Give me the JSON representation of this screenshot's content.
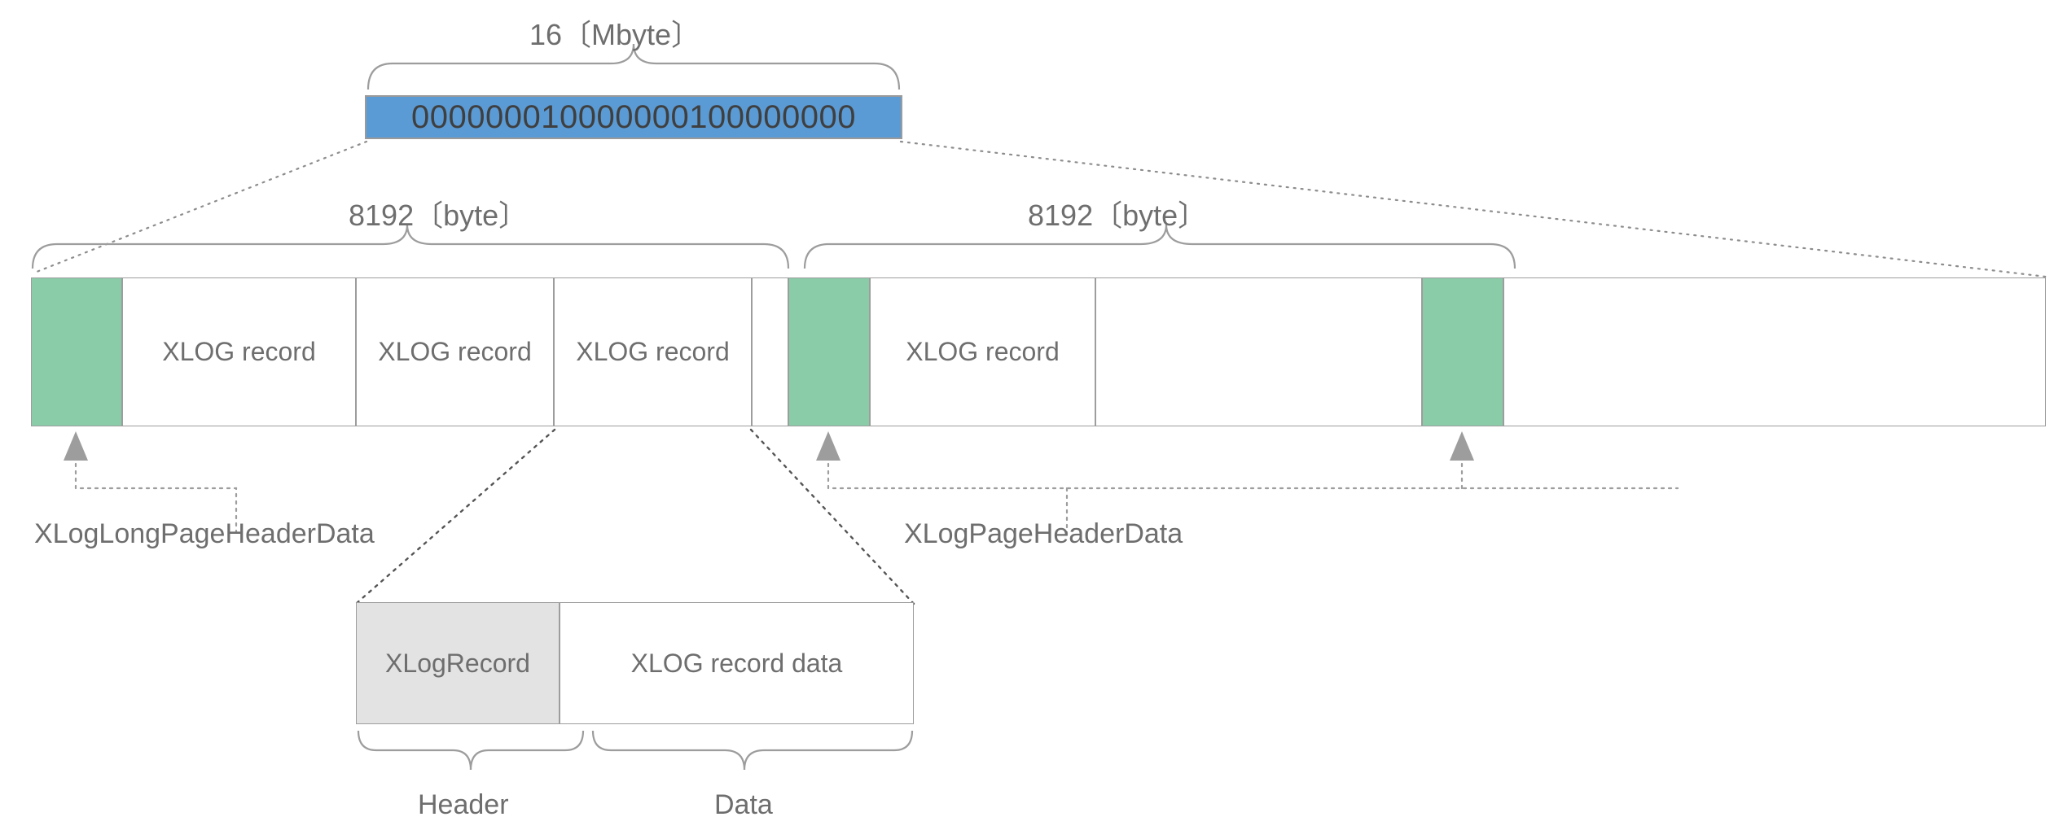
{
  "diagram": {
    "title_segment": {
      "wal_filename": "000000010000000100000000",
      "size_label": "16〔Mbyte〕"
    },
    "page_braces": [
      {
        "label": "8192〔byte〕"
      },
      {
        "label": "8192〔byte〕"
      }
    ],
    "segment_cells": [
      {
        "kind": "page-header-long",
        "label": "",
        "type": "green"
      },
      {
        "kind": "xlog-record",
        "label": "XLOG record",
        "type": "white"
      },
      {
        "kind": "xlog-record",
        "label": "XLOG record",
        "type": "white"
      },
      {
        "kind": "xlog-record",
        "label": "XLOG record",
        "type": "white"
      },
      {
        "kind": "free-space",
        "label": "",
        "type": "white"
      },
      {
        "kind": "page-header",
        "label": "",
        "type": "green"
      },
      {
        "kind": "xlog-record",
        "label": "XLOG record",
        "type": "white"
      },
      {
        "kind": "free-space",
        "label": "",
        "type": "white"
      },
      {
        "kind": "page-header",
        "label": "",
        "type": "green"
      },
      {
        "kind": "free-space",
        "label": "",
        "type": "white"
      }
    ],
    "callouts": {
      "long_page_header": "XLogLongPageHeaderData",
      "page_header": "XLogPageHeaderData"
    },
    "record_detail": {
      "cells": [
        {
          "label": "XLogRecord",
          "type": "gray"
        },
        {
          "label": "XLOG record data",
          "type": "white"
        }
      ],
      "braces": [
        {
          "label": "Header"
        },
        {
          "label": "Data"
        }
      ]
    },
    "colors": {
      "wal_bar": "#5B9BD5",
      "page_header_green": "#8ACCA8",
      "record_header_gray": "#E3E3E3",
      "stroke": "#9d9d9d",
      "text": "#6e6e6e"
    }
  }
}
